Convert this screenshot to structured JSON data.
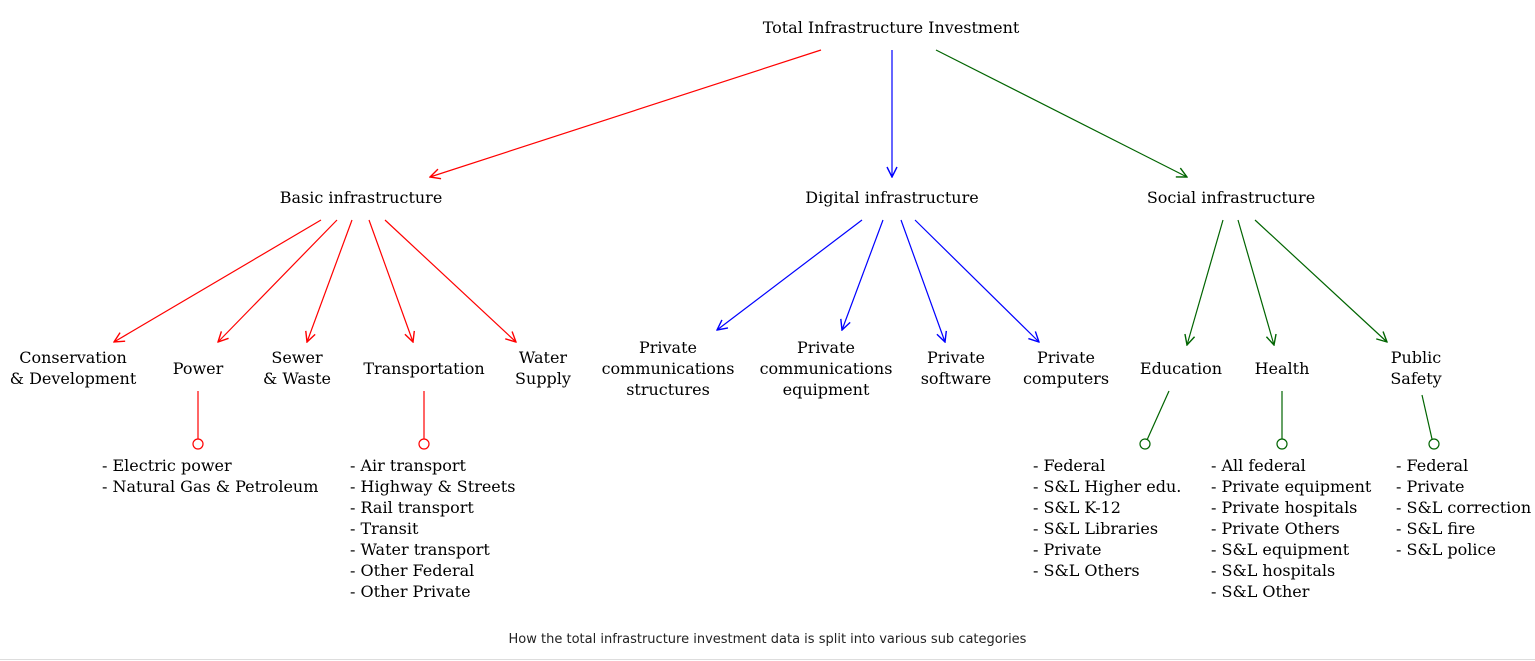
{
  "colors": {
    "basic": "#ff0000",
    "digital": "#0000ff",
    "social": "#006400"
  },
  "root": {
    "label": "Total Infrastructure Investment"
  },
  "categories": {
    "basic": {
      "label": "Basic infrastructure"
    },
    "digital": {
      "label": "Digital infrastructure"
    },
    "social": {
      "label": "Social infrastructure"
    }
  },
  "subcategories": {
    "conservation": [
      "Conservation",
      "& Development"
    ],
    "power": [
      "Power"
    ],
    "sewer": [
      "Sewer",
      "& Waste"
    ],
    "transportation": [
      "Transportation"
    ],
    "water": [
      "Water",
      "Supply"
    ],
    "comm_structures": [
      "Private",
      "communications",
      "structures"
    ],
    "comm_equipment": [
      "Private",
      "communications",
      "equipment"
    ],
    "software": [
      "Private",
      "software"
    ],
    "computers": [
      "Private",
      "computers"
    ],
    "education": [
      "Education"
    ],
    "health": [
      "Health"
    ],
    "safety": [
      "Public",
      "Safety"
    ]
  },
  "details": {
    "power": [
      "- Electric power",
      "- Natural Gas & Petroleum"
    ],
    "transportation": [
      "- Air transport",
      "- Highway & Streets",
      "- Rail transport",
      "- Transit",
      "- Water transport",
      "- Other Federal",
      "- Other Private"
    ],
    "education": [
      "- Federal",
      "- S&L Higher edu.",
      "- S&L K-12",
      "- S&L Libraries",
      "- Private",
      "- S&L Others"
    ],
    "health": [
      "- All federal",
      "- Private equipment",
      "- Private hospitals",
      "- Private Others",
      "- S&L equipment",
      "- S&L hospitals",
      "- S&L Other"
    ],
    "safety": [
      "- Federal",
      "- Private",
      "- S&L correction",
      "- S&L fire",
      "- S&L police"
    ]
  },
  "caption": "How the total infrastructure investment data is split into various sub categories"
}
